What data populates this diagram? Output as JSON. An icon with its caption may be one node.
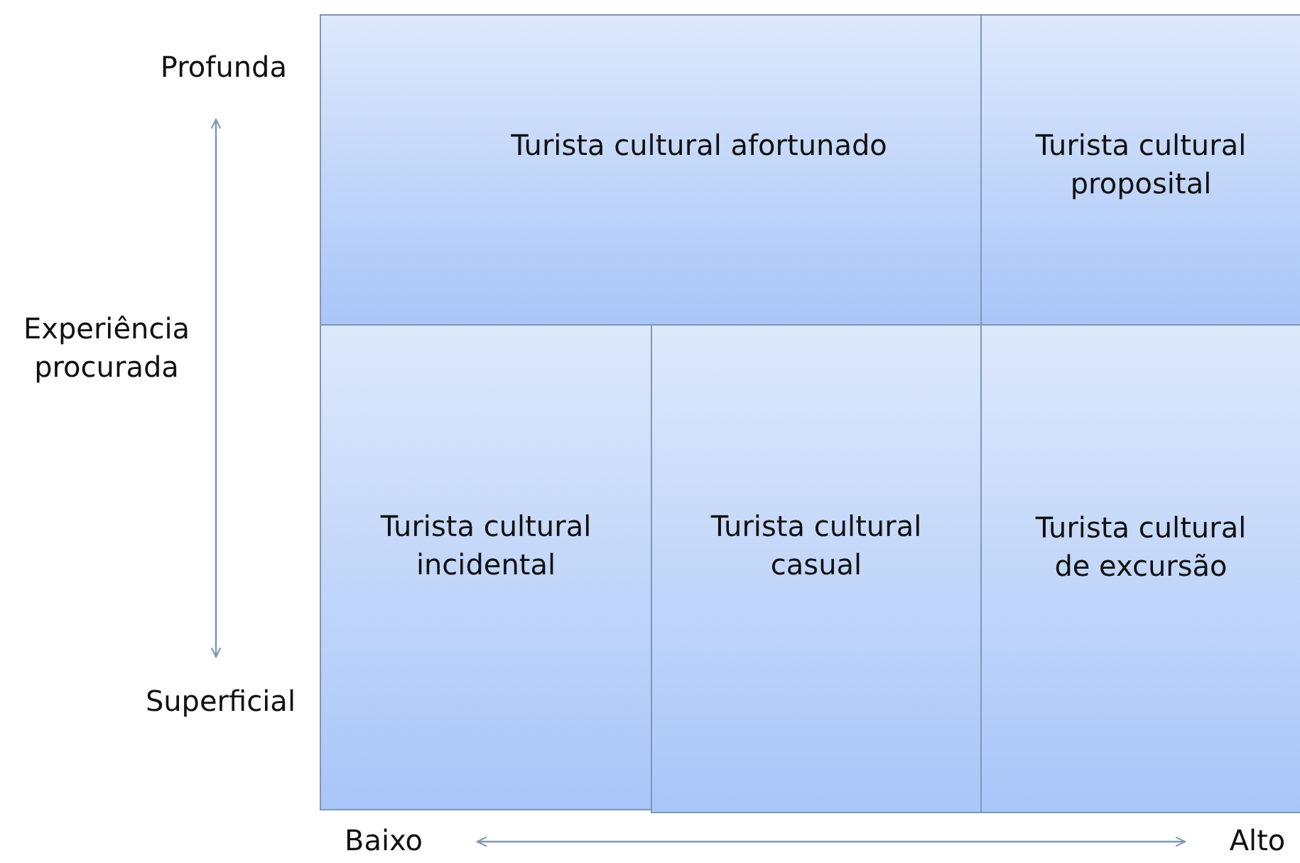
{
  "diagram": {
    "nodes": [
      {
        "text": [
          "Turista cultural afortunado"
        ]
      },
      {
        "text": [
          "Turista cultural proposital"
        ]
      },
      {
        "text": [
          "Turista cultural incidental"
        ]
      },
      {
        "text": [
          "Turista cultural casual"
        ]
      },
      {
        "text": [
          "Turista cultural de excursão"
        ]
      }
    ],
    "labels": [
      "Profunda",
      "Experiência procurada",
      "Superficial",
      "Baixo",
      "Alto"
    ]
  }
}
